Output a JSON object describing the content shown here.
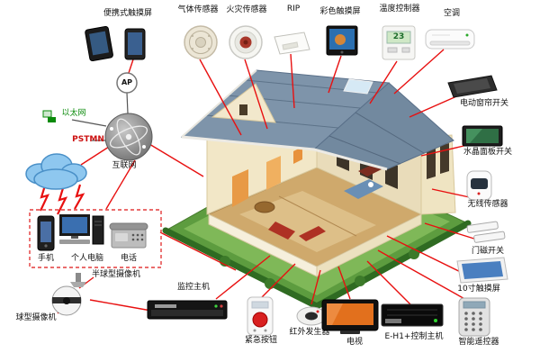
{
  "labels": {
    "portable_touchscreen": "便携式触摸屏",
    "gas_sensor": "气体传感器",
    "fire_sensor": "火灾传感器",
    "rip": "RIP",
    "color_touchscreen": "彩色触摸屏",
    "temp_controller": "温度控制器",
    "air_conditioner": "空调",
    "curtain_switch": "电动窗帘开关",
    "crystal_panel_switch": "水晶面板开关",
    "wireless_sensor": "无线传感器",
    "door_magnet_switch": "门磁开关",
    "touchscreen_10": "10寸触摸屏",
    "smart_remote": "智能遥控器",
    "control_host": "E-H1+控制主机",
    "tv": "电视",
    "ir_generator": "红外发生器",
    "emergency_button": "紧急按钮",
    "monitor_host": "监控主机",
    "dome_camera": "半球型摄像机",
    "ball_camera": "球型摄像机",
    "mobile_phone": "手机",
    "personal_computer": "个人电脑",
    "telephone": "电话",
    "ethernet": "以太网",
    "pstmn": "PSTMN",
    "internet": "互联网",
    "ap": "AP"
  },
  "values": {
    "thermostat_display": "23"
  },
  "colors": {
    "connector_line": "#e81010",
    "ethernet_green": "#0a8a0a",
    "pstmn_red": "#cc1111",
    "roof": "#7e94aa",
    "wall": "#f2e7c7",
    "lawn": "#5d9c3f"
  }
}
